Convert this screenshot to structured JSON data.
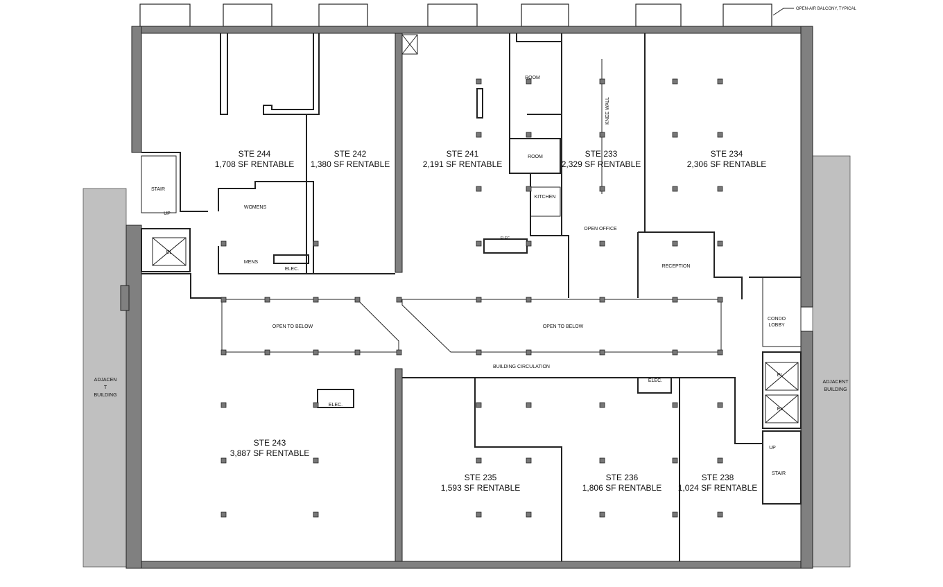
{
  "annotation": "OPEN-AIR BALCONY, TYPICAL",
  "adjacent_left": [
    "ADJACEN",
    "T",
    "BUILDING"
  ],
  "adjacent_right": [
    "ADJACENT",
    "BUILDING"
  ],
  "suites": [
    {
      "name": "STE 244",
      "area": "1,708 SF RENTABLE"
    },
    {
      "name": "STE 242",
      "area": "1,380 SF RENTABLE"
    },
    {
      "name": "STE 241",
      "area": "2,191 SF RENTABLE"
    },
    {
      "name": "STE 233",
      "area": "2,329 SF RENTABLE"
    },
    {
      "name": "STE 234",
      "area": "2,306 SF RENTABLE"
    },
    {
      "name": "STE 243",
      "area": "3,887 SF RENTABLE"
    },
    {
      "name": "STE 235",
      "area": "1,593 SF RENTABLE"
    },
    {
      "name": "STE 236",
      "area": "1,806 SF RENTABLE"
    },
    {
      "name": "STE 238",
      "area": "1,024 SF RENTABLE"
    }
  ],
  "rooms": {
    "room1": "ROOM",
    "room2": "ROOM",
    "kitchen": "KITCHEN",
    "knee_wall": "KNEE WALL",
    "open_office": "OPEN OFFICE",
    "reception": "RECEPTION",
    "condo_lobby": [
      "CONDO",
      "LOBBY"
    ],
    "womens": "WOMENS",
    "mens": "MENS",
    "elec": "ELEC.",
    "stair": "STAIR",
    "up": "UP",
    "el": "EL",
    "open_to_below": "OPEN TO BELOW",
    "building_circulation": "BUILDING CIRCULATION"
  }
}
